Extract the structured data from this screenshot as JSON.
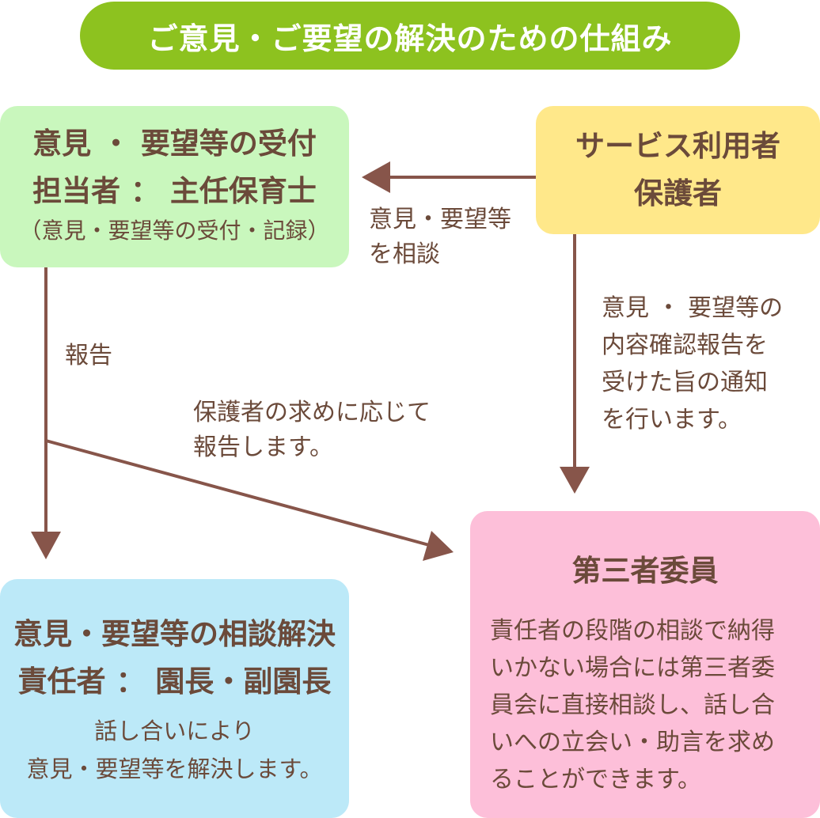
{
  "title": "ご意見・ご要望の解決のための仕組み",
  "reception": {
    "line1": "意見 ・ 要望等の受付",
    "line2": "担当者 ： 主任保育士",
    "note": "（意見・要望等の受付・記録）"
  },
  "user": {
    "line1": "サービス利用者",
    "line2": "保護者"
  },
  "resolver": {
    "line1": "意見・要望等の相談解決",
    "line2": "責任者 ： 園長・副園長",
    "body1": "話し合いにより",
    "body2": "意見・要望等を解決します。"
  },
  "committee": {
    "title": "第三者委員",
    "body": [
      "責任者の段階の相談で納得",
      "いかない場合には第三者委",
      "員会に直接相談し、話し合",
      "いへの立会い・助言を求め",
      "ることができます。"
    ]
  },
  "labels": {
    "consult": [
      "意見・要望等",
      "を相談"
    ],
    "report": "報告",
    "report_request": [
      "保護者の求めに応じて",
      "報告します。"
    ],
    "notify": [
      "意見 ・ 要望等の",
      "内容確認報告を",
      "受けた旨の通知",
      "を行います。"
    ]
  },
  "colors": {
    "title_bg": "#8dc21f",
    "reception_bg": "#c9f7bd",
    "user_bg": "#ffe88a",
    "resolver_bg": "#bce9f8",
    "committee_bg": "#fdbfd9",
    "text": "#6b4a3a",
    "arrow": "#87554a"
  }
}
